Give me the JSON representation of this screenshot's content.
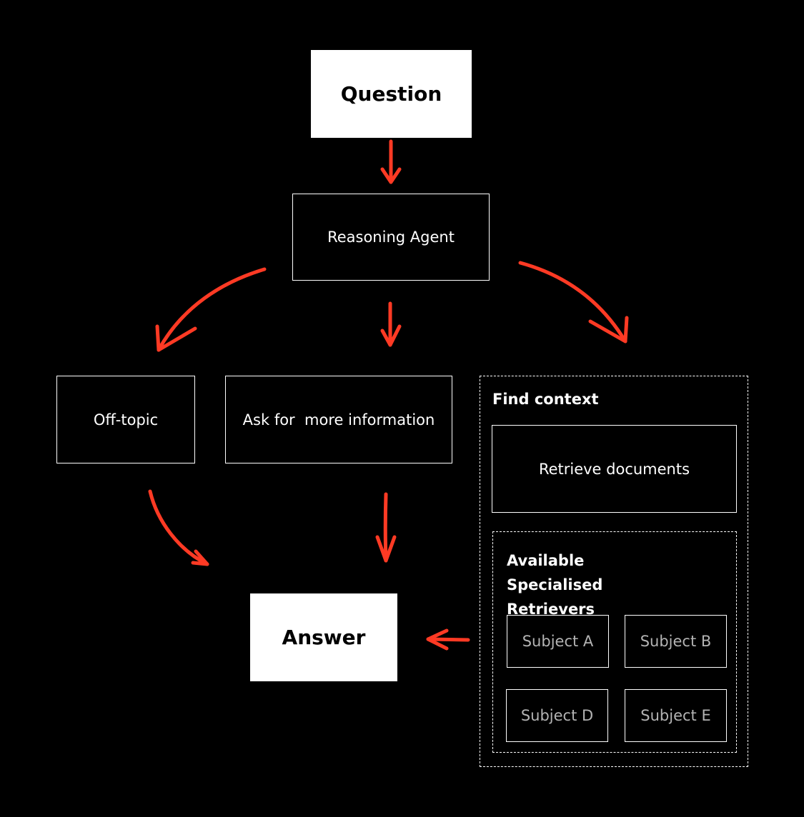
{
  "nodes": {
    "question": "Question",
    "reasoning_agent": "Reasoning Agent",
    "off_topic": "Off-topic",
    "ask_more_info": "Ask for  more information",
    "answer": "Answer",
    "retrieve_documents": "Retrieve documents"
  },
  "find_context": {
    "title": "Find context",
    "retrievers": {
      "title": "Available Specialised Retrievers",
      "subjects": [
        "Subject A",
        "Subject B",
        "Subject D",
        "Subject E"
      ]
    }
  },
  "colors": {
    "background": "#000000",
    "arrow": "#ff3a24",
    "box_fill": "#ffffff",
    "subject_text": "#b3b3b3"
  }
}
